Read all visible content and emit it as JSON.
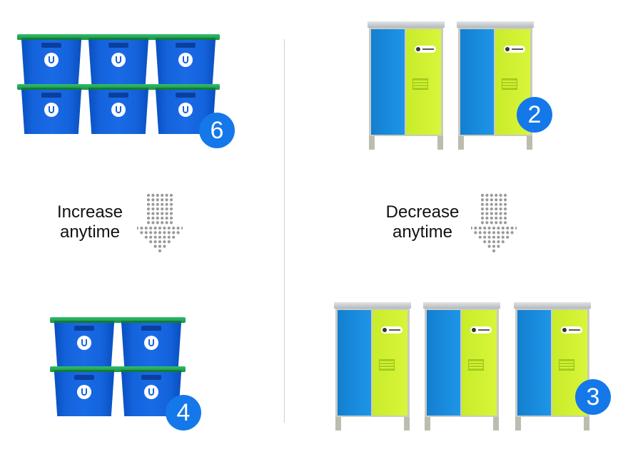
{
  "left": {
    "top_count": "6",
    "bottom_count": "4",
    "label_line1": "Increase",
    "label_line2": "anytime",
    "item_icon": "storage-bin-icon"
  },
  "right": {
    "top_count": "2",
    "bottom_count": "3",
    "label_line1": "Decrease",
    "label_line2": "anytime",
    "item_icon": "locker-icon"
  },
  "colors": {
    "badge": "#1478ea",
    "bin_blue": "#1463dc",
    "bin_lid_green": "#2fbf6a",
    "locker_blue": "#1e95e8",
    "locker_lime": "#d9f53a",
    "arrow_dots": "#9a9a9a"
  }
}
